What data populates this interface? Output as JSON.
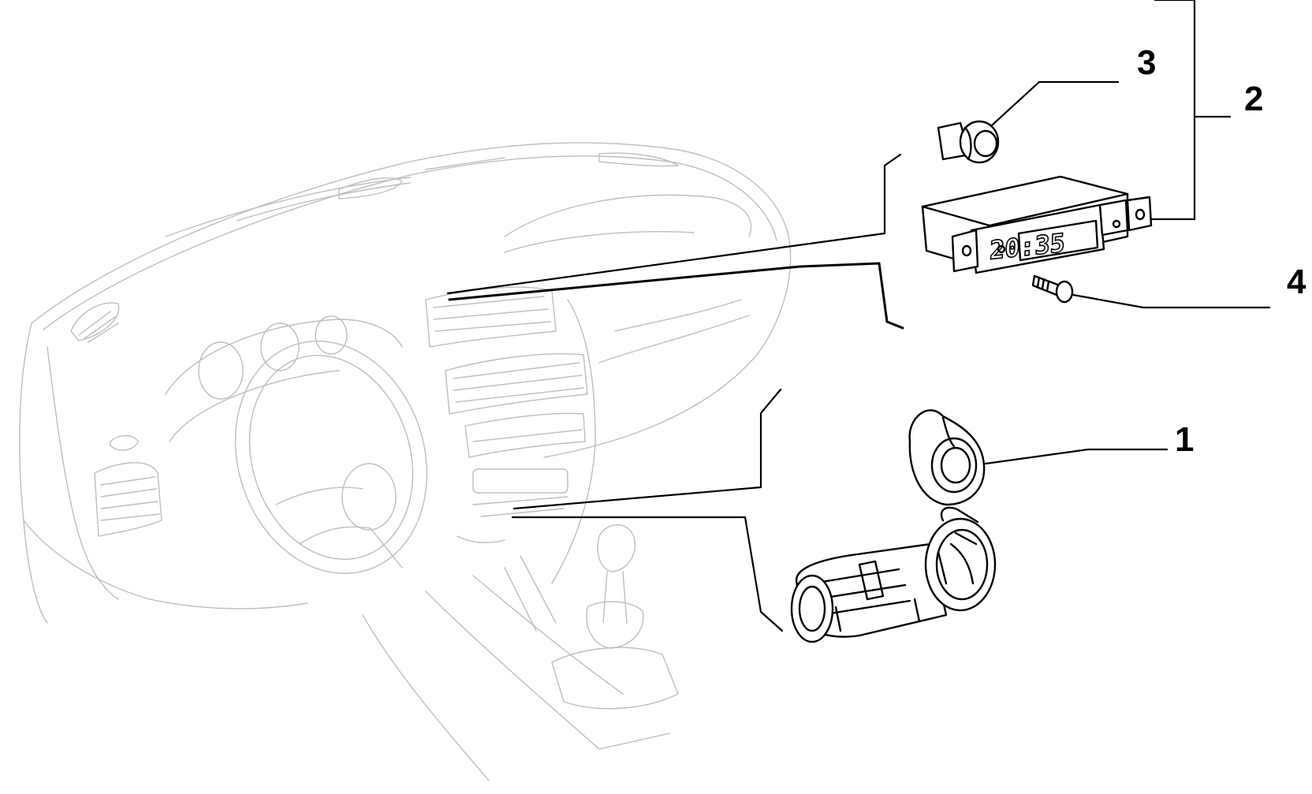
{
  "diagram": {
    "callouts": [
      {
        "id": "1",
        "label": "1"
      },
      {
        "id": "2",
        "label": "2"
      },
      {
        "id": "3",
        "label": "3"
      },
      {
        "id": "4",
        "label": "4"
      }
    ],
    "clock_display": "20:35"
  }
}
